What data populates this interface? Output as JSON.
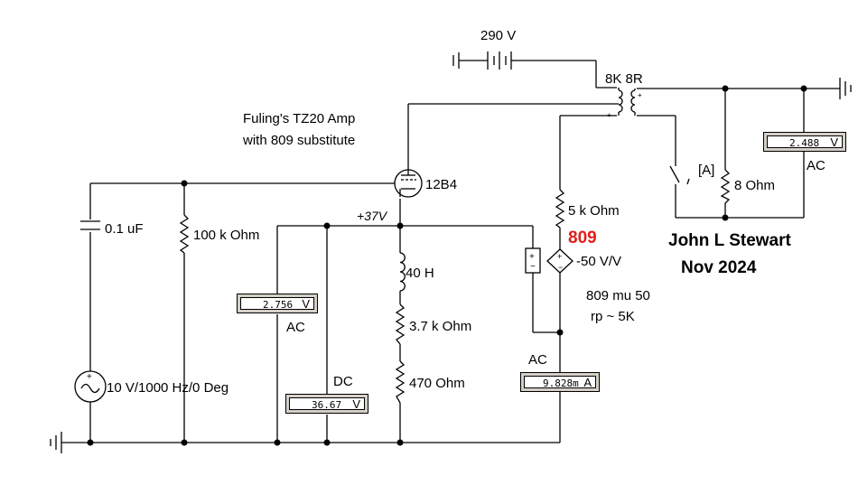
{
  "title": {
    "line1": "Fuling's TZ20 Amp",
    "line2": "with 809 substitute"
  },
  "author": {
    "name": "John L Stewart",
    "date": "Nov 2024"
  },
  "supply": {
    "label": "290 V"
  },
  "transformer": {
    "label": "8K 8R"
  },
  "tube": {
    "label": "12B4"
  },
  "grid_node": {
    "label": "+37V"
  },
  "components": {
    "coupling_cap": "0.1 uF",
    "grid_resistor": "100 k Ohm",
    "source": "10 V/1000 Hz/0 Deg",
    "choke": "40 H",
    "r_mid": "3.7 k Ohm",
    "r_bottom": "470  Ohm",
    "r_plate": "5 k Ohm",
    "load": "8  Ohm",
    "switch_label": "[A]"
  },
  "dependent_source": {
    "name": "809",
    "gain": "-50 V/V",
    "note_mu": "809 mu 50",
    "note_rp": "rp ~ 5K"
  },
  "meters": {
    "grid_ac": {
      "mode": "AC",
      "value": "2.756",
      "unit": "V"
    },
    "grid_dc": {
      "mode": "DC",
      "value": "36.67",
      "unit": "V"
    },
    "plate_ac": {
      "mode": "AC",
      "value": "9.828m",
      "unit": "A"
    },
    "output_ac": {
      "mode": "AC",
      "value": "2.488",
      "unit": "V"
    }
  },
  "colors": {
    "highlight": "#e0201b",
    "wire": "#000000",
    "meter_body": "#d4d0c8"
  }
}
